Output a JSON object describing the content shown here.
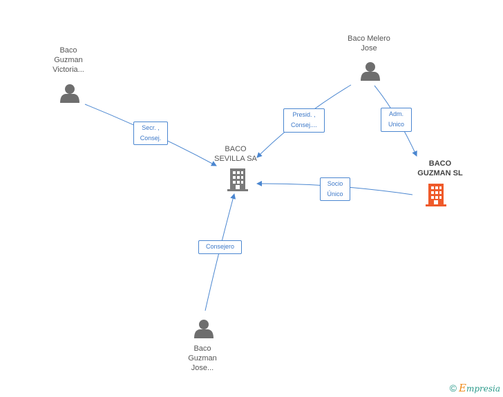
{
  "colors": {
    "edge": "#4a86d0",
    "person_icon": "#6e6e6e",
    "company_icon": "#7a7a7a",
    "company_highlight": "#ef5a2a",
    "brand": "#2a9a8a",
    "brand_accent": "#f08a1a"
  },
  "nodes": {
    "baco_guzman_victoria": {
      "lines": [
        "Baco",
        "Guzman",
        "Victoria..."
      ],
      "icon": "person-icon"
    },
    "baco_melero_jose": {
      "lines": [
        "Baco Melero",
        "Jose"
      ],
      "icon": "person-icon"
    },
    "baco_sevilla_sa": {
      "lines": [
        "BACO",
        "SEVILLA SA"
      ],
      "icon": "building-icon"
    },
    "baco_guzman_sl": {
      "lines": [
        "BACO",
        "GUZMAN SL"
      ],
      "icon": "building-icon"
    },
    "baco_guzman_jose": {
      "lines": [
        "Baco",
        "Guzman",
        "Jose..."
      ],
      "icon": "person-icon"
    }
  },
  "edges": {
    "victoria_to_sevilla": {
      "label": [
        "Secr. ,",
        "Consej."
      ]
    },
    "melero_to_sevilla": {
      "label": [
        "Presid. ,",
        "Consej...."
      ]
    },
    "melero_to_guzman_sl": {
      "label": [
        "Adm.",
        "Unico"
      ]
    },
    "guzman_sl_to_sevilla": {
      "label": [
        "Socio",
        "Único"
      ]
    },
    "jose_to_sevilla": {
      "label": [
        "Consejero"
      ]
    }
  },
  "footer": {
    "copyright_symbol": "©",
    "brand_initial": "E",
    "brand_rest": "mpresia"
  }
}
